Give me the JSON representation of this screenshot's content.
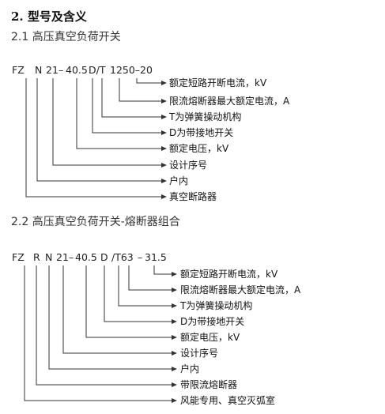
{
  "heading": "2. 型号及含义",
  "section1": {
    "title": "2.1 高压真空负荷开关",
    "code": [
      "FZ",
      "N",
      "21",
      "–",
      "40.5",
      "D/T",
      "1250–20"
    ],
    "labels": [
      "额定短路开断电流，kV",
      "限流熔断器最大额定电流，A",
      "T为弹簧操动机构",
      "D为带接地开关",
      "额定电压，kV",
      "设计序号",
      "户内",
      "真空断路器"
    ]
  },
  "section2": {
    "title": "2.2 高压真空负荷开关-熔断器组合",
    "code": [
      "FZ",
      "R",
      "N",
      "21",
      "–",
      "40.5",
      "D",
      "/T63",
      "–",
      "31.5"
    ],
    "labels": [
      "额定短路开断电流，kV",
      "限流熔断器最大额定电流，A",
      "T为弹簧操动机构",
      "D为带接地开关",
      "额定电压，kV",
      "设计序号",
      "户内",
      "带限流熔断器",
      "风能专用、真空灭弧室"
    ]
  }
}
